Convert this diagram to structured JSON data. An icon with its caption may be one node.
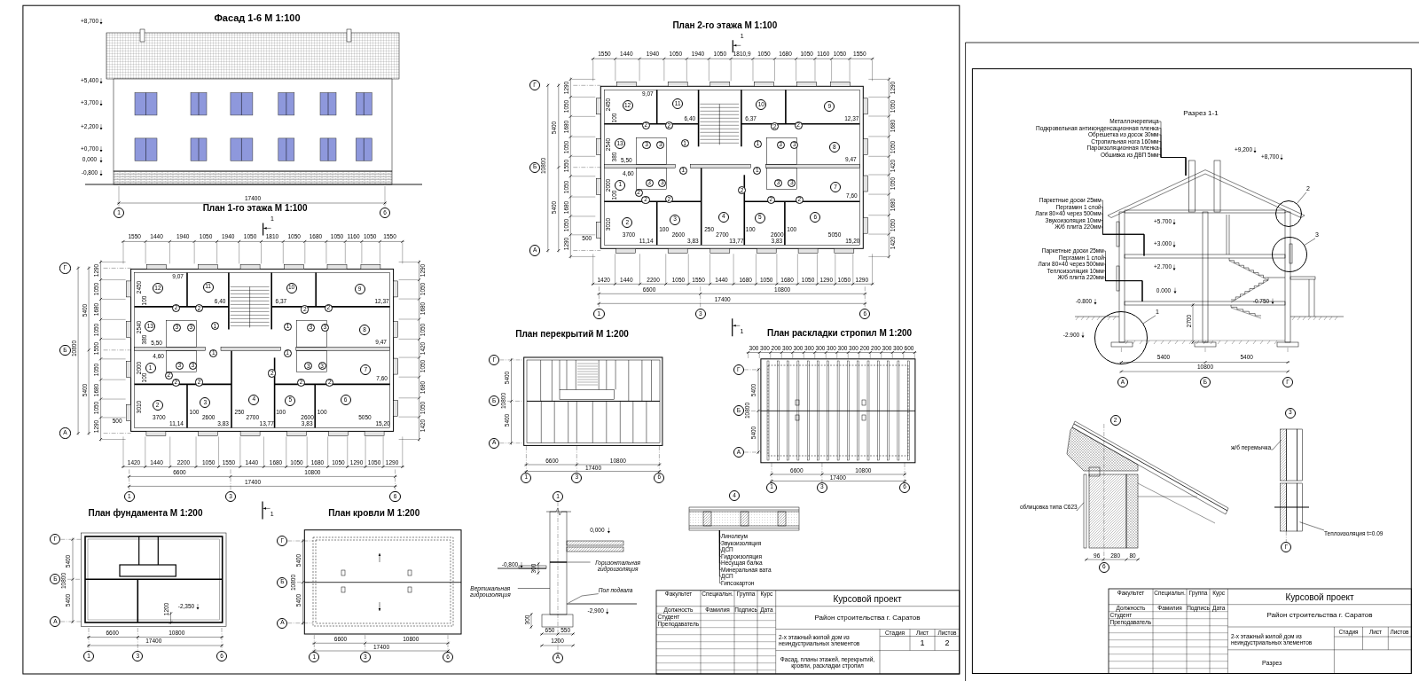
{
  "diagram": {
    "nodes": [
      {
        "text": [
          "1"
        ]
      },
      {
        "text": [
          "6"
        ]
      },
      {
        "text": [
          "Г"
        ]
      },
      {
        "text": [
          "12"
        ]
      },
      {
        "text": [
          "11"
        ]
      },
      {
        "text": [
          "10"
        ]
      },
      {
        "text": [
          "9"
        ]
      },
      {
        "text": [
          "2"
        ]
      },
      {
        "text": [
          "2"
        ]
      },
      {
        "text": [
          "2"
        ]
      },
      {
        "text": [
          "2"
        ]
      },
      {
        "text": [
          "13"
        ]
      },
      {
        "text": [
          "3"
        ]
      },
      {
        "text": [
          "3"
        ]
      },
      {
        "text": [
          "1"
        ]
      },
      {
        "text": [
          "1"
        ]
      },
      {
        "text": [
          "3"
        ]
      },
      {
        "text": [
          "3"
        ]
      },
      {
        "text": [
          "8"
        ]
      },
      {
        "text": [
          "Б"
        ]
      },
      {
        "text": [
          "1"
        ]
      },
      {
        "text": [
          "1"
        ]
      },
      {
        "text": [
          "1"
        ]
      },
      {
        "text": [
          "3"
        ]
      },
      {
        "text": [
          "3"
        ]
      },
      {
        "text": [
          "3"
        ]
      },
      {
        "text": [
          "3"
        ]
      },
      {
        "text": [
          "7"
        ]
      },
      {
        "text": [
          "2"
        ]
      },
      {
        "text": [
          "2"
        ]
      },
      {
        "text": [
          "2"
        ]
      },
      {
        "text": [
          "2"
        ]
      },
      {
        "text": [
          "2"
        ]
      },
      {
        "text": [
          "2"
        ]
      },
      {
        "text": [
          "2"
        ]
      },
      {
        "text": [
          "3"
        ]
      },
      {
        "text": [
          "4"
        ]
      },
      {
        "text": [
          "5"
        ]
      },
      {
        "text": [
          "6"
        ]
      },
      {
        "text": [
          "А"
        ]
      },
      {
        "text": [
          "1"
        ]
      },
      {
        "text": [
          "3"
        ]
      },
      {
        "text": [
          "6"
        ]
      },
      {
        "text": [
          "Г"
        ]
      },
      {
        "text": [
          "12"
        ]
      },
      {
        "text": [
          "11"
        ]
      },
      {
        "text": [
          "10"
        ]
      },
      {
        "text": [
          "9"
        ]
      },
      {
        "text": [
          "2"
        ]
      },
      {
        "text": [
          "2"
        ]
      },
      {
        "text": [
          "2"
        ]
      },
      {
        "text": [
          "2"
        ]
      },
      {
        "text": [
          "13"
        ]
      },
      {
        "text": [
          "3"
        ]
      },
      {
        "text": [
          "3"
        ]
      },
      {
        "text": [
          "1"
        ]
      },
      {
        "text": [
          "1"
        ]
      },
      {
        "text": [
          "3"
        ]
      },
      {
        "text": [
          "3"
        ]
      },
      {
        "text": [
          "8"
        ]
      },
      {
        "text": [
          "Б"
        ]
      },
      {
        "text": [
          "1"
        ]
      },
      {
        "text": [
          "1"
        ]
      },
      {
        "text": [
          "1"
        ]
      },
      {
        "text": [
          "3"
        ]
      },
      {
        "text": [
          "3"
        ]
      },
      {
        "text": [
          "3"
        ]
      },
      {
        "text": [
          "3"
        ]
      },
      {
        "text": [
          "7"
        ]
      },
      {
        "text": [
          "2"
        ]
      },
      {
        "text": [
          "2"
        ]
      },
      {
        "text": [
          "2"
        ]
      },
      {
        "text": [
          "2"
        ]
      },
      {
        "text": [
          "2"
        ]
      },
      {
        "text": [
          "2"
        ]
      },
      {
        "text": [
          "2"
        ]
      },
      {
        "text": [
          "3"
        ]
      },
      {
        "text": [
          "4"
        ]
      },
      {
        "text": [
          "5"
        ]
      },
      {
        "text": [
          "6"
        ]
      },
      {
        "text": [
          "А"
        ]
      },
      {
        "text": [
          "1"
        ]
      },
      {
        "text": [
          "3"
        ]
      },
      {
        "text": [
          "6"
        ]
      },
      {
        "text": [
          "Г"
        ]
      },
      {
        "text": [
          "Б"
        ]
      },
      {
        "text": [
          "А"
        ]
      },
      {
        "text": [
          "1"
        ]
      },
      {
        "text": [
          "3"
        ]
      },
      {
        "text": [
          "6"
        ]
      },
      {
        "text": [
          "Г"
        ]
      },
      {
        "text": [
          "Б"
        ]
      },
      {
        "text": [
          "А"
        ]
      },
      {
        "text": [
          "1"
        ]
      },
      {
        "text": [
          "3"
        ]
      },
      {
        "text": [
          "6"
        ]
      },
      {
        "text": [
          "Г"
        ]
      },
      {
        "text": [
          "Б"
        ]
      },
      {
        "text": [
          "А"
        ]
      },
      {
        "text": [
          "1"
        ]
      },
      {
        "text": [
          "3"
        ]
      },
      {
        "text": [
          "6"
        ]
      },
      {
        "text": [
          "Г"
        ]
      },
      {
        "text": [
          "Б"
        ]
      },
      {
        "text": [
          "А"
        ]
      },
      {
        "text": [
          "1"
        ]
      },
      {
        "text": [
          "3"
        ]
      },
      {
        "text": [
          "6"
        ]
      },
      {
        "text": [
          "1"
        ]
      },
      {
        "text": [
          "Горизонтальная гидроизоляция"
        ]
      },
      {
        "text": [
          "Вертикальная гидроизоляция"
        ]
      },
      {
        "text": [
          "Пол подвала"
        ]
      },
      {
        "text": [
          "А"
        ]
      },
      {
        "text": [
          "4"
        ]
      },
      {
        "text": [
          "Линолеум"
        ]
      },
      {
        "text": [
          "Звукоизоляция"
        ]
      },
      {
        "text": [
          "ДСП"
        ]
      },
      {
        "text": [
          "Гидроизоляция"
        ]
      },
      {
        "text": [
          "Несущая балка"
        ]
      },
      {
        "text": [
          "Минеральная вата"
        ]
      },
      {
        "text": [
          "ДСП"
        ]
      },
      {
        "text": [
          "Гипсокартон"
        ]
      },
      {
        "text": [
          "Металлочерепица"
        ]
      },
      {
        "text": [
          "Подкровельная антиконденсационная пленка"
        ]
      },
      {
        "text": [
          "Обрешетка из досок 30мм"
        ]
      },
      {
        "text": [
          "Стропильная нога 160мм"
        ]
      },
      {
        "text": [
          "Пароизоляционная пленка"
        ]
      },
      {
        "text": [
          "Обшивка из ДВП 5мм"
        ]
      },
      {
        "text": [
          "2"
        ]
      },
      {
        "text": [],
        "shape": "circle"
      },
      {
        "text": [
          "Паркетные доски 25мм"
        ]
      },
      {
        "text": [
          "Пергамин 1 слой"
        ]
      },
      {
        "text": [
          "Лаги 80×40 через 500мм"
        ]
      },
      {
        "text": [
          "Звукоизоляция 10мм"
        ]
      },
      {
        "text": [
          "Ж/б плита 220мм"
        ]
      },
      {
        "text": [
          "3"
        ]
      },
      {
        "text": [],
        "shape": "circle"
      },
      {
        "text": [
          "Паркетные доски 25мм"
        ]
      },
      {
        "text": [
          "Пергамин 1 слой"
        ]
      },
      {
        "text": [
          "Лаги 80×40 через 500мм"
        ]
      },
      {
        "text": [
          "Теплоизоляция 10мм"
        ]
      },
      {
        "text": [
          "Ж/б плита 220мм"
        ]
      },
      {
        "text": [
          "1"
        ]
      },
      {
        "text": [],
        "shape": "circle"
      },
      {
        "text": [
          "А"
        ]
      },
      {
        "text": [
          "Б"
        ]
      },
      {
        "text": [
          "Г"
        ]
      },
      {
        "text": [
          "2"
        ]
      },
      {
        "text": [
          "облицовка типа С623"
        ]
      },
      {
        "text": [
          "6"
        ]
      },
      {
        "text": [
          "3"
        ]
      },
      {
        "text": [
          "ж/б перемычка"
        ]
      },
      {
        "text": [
          "Теплоизоляция t=0.09"
        ]
      },
      {
        "text": [
          "Г"
        ]
      },
      {
        "text": [],
        "shape": "picture"
      },
      {
        "text": [],
        "shape": "bar"
      }
    ],
    "edges": [
      {
        "from": 109,
        "to": null,
        "arrow": "none"
      },
      {
        "from": 110,
        "to": null,
        "arrow": "none"
      },
      {
        "from": 111,
        "to": null,
        "arrow": "none"
      },
      {
        "from": 114,
        "to": 154,
        "arrow": "none"
      },
      {
        "from": 115,
        "to": 154,
        "arrow": "none"
      },
      {
        "from": 116,
        "to": 154,
        "arrow": "none"
      },
      {
        "from": 117,
        "to": 154,
        "arrow": "none"
      },
      {
        "from": 118,
        "to": 154,
        "arrow": "none"
      },
      {
        "from": 119,
        "to": 154,
        "arrow": "none"
      },
      {
        "from": 120,
        "to": 154,
        "arrow": "none"
      },
      {
        "from": 121,
        "to": 154,
        "arrow": "none"
      },
      {
        "from": 122,
        "to": null,
        "arrow": "none"
      },
      {
        "from": 123,
        "to": null,
        "arrow": "none"
      },
      {
        "from": 124,
        "to": null,
        "arrow": "none"
      },
      {
        "from": 125,
        "to": null,
        "arrow": "none"
      },
      {
        "from": 126,
        "to": null,
        "arrow": "none"
      },
      {
        "from": 127,
        "to": null,
        "arrow": "none"
      },
      {
        "from": 128,
        "to": 129,
        "arrow": "none"
      },
      {
        "from": 130,
        "to": null,
        "arrow": "none"
      },
      {
        "from": 131,
        "to": null,
        "arrow": "none"
      },
      {
        "from": 132,
        "to": null,
        "arrow": "none"
      },
      {
        "from": 133,
        "to": null,
        "arrow": "none"
      },
      {
        "from": 134,
        "to": null,
        "arrow": "none"
      },
      {
        "from": 135,
        "to": 136,
        "arrow": "none"
      },
      {
        "from": 137,
        "to": 155,
        "arrow": "none"
      },
      {
        "from": 138,
        "to": 155,
        "arrow": "none"
      },
      {
        "from": 139,
        "to": 155,
        "arrow": "none"
      },
      {
        "from": 140,
        "to": 155,
        "arrow": "none"
      },
      {
        "from": 141,
        "to": 155,
        "arrow": "none"
      },
      {
        "from": 142,
        "to": 143,
        "arrow": "none"
      },
      {
        "from": 148,
        "to": null,
        "arrow": "none"
      },
      {
        "from": 151,
        "to": null,
        "arrow": "none"
      },
      {
        "from": 152,
        "to": null,
        "arrow": "none"
      }
    ],
    "labels": [
      "Фасад 1-6 М 1:100",
      "+8,700",
      "+5,400",
      "+3,700",
      "+2,200",
      "+0,700",
      "0,000",
      "-0,800",
      "17400",
      "План 1-го этажа М 1:100",
      "1",
      "1550",
      "1440",
      "1940",
      "1050",
      "1940",
      "1050",
      "1810",
      "1050",
      "1680",
      "1050",
      "1160",
      "1050",
      "1550",
      "5400",
      "10800",
      "5400",
      "1290",
      "1050",
      "1680",
      "1050",
      "1550",
      "1050",
      "1680",
      "1050",
      "1290",
      "1290",
      "1050",
      "1680",
      "1050",
      "1420",
      "1050",
      "1680",
      "1050",
      "1420",
      "9,07",
      "2450",
      "6,40",
      "6,37",
      "12,37",
      "100",
      "2540",
      "380",
      "5,50",
      "9,47",
      "4,60",
      "2000",
      "7,60",
      "100",
      "3010",
      "100",
      "250",
      "100",
      "100",
      "500",
      "3700",
      "2600",
      "2700",
      "2600",
      "5050",
      "11,14",
      "3,83",
      "13,77",
      "3,83",
      "15,20",
      "1420",
      "1440",
      "2200",
      "1050",
      "1550",
      "1440",
      "1680",
      "1050",
      "1680",
      "1050",
      "1290",
      "1050",
      "1290",
      "6600",
      "10800",
      "17400",
      "1",
      "План 2-го этажа М 1:100",
      "1",
      "1550",
      "1440",
      "1940",
      "1050",
      "1940",
      "1050",
      "1810,9",
      "1050",
      "1680",
      "1050",
      "1160",
      "1050",
      "1550",
      "5400",
      "10800",
      "5400",
      "1290",
      "1050",
      "1680",
      "1050",
      "1550",
      "1050",
      "1680",
      "1050",
      "1290",
      "1290",
      "1050",
      "1680",
      "1050",
      "1420",
      "1050",
      "1680",
      "1050",
      "1420",
      "9,07",
      "2450",
      "6,40",
      "6,37",
      "12,37",
      "100",
      "2540",
      "380",
      "5,50",
      "9,47",
      "4,60",
      "2000",
      "7,60",
      "100",
      "3010",
      "100",
      "250",
      "100",
      "100",
      "500",
      "3700",
      "2600",
      "2700",
      "2600",
      "5050",
      "11,14",
      "3,83",
      "13,77",
      "3,83",
      "15,20",
      "1420",
      "1440",
      "2200",
      "1050",
      "1550",
      "1440",
      "1680",
      "1050",
      "1680",
      "1050",
      "1290",
      "1050",
      "1290",
      "6600",
      "10800",
      "17400",
      "1",
      "План перекрытий М 1:200",
      "5400",
      "10800",
      "5400",
      "6600",
      "10800",
      "17400",
      "План раскладки стропил М 1:200",
      "300",
      "300",
      "200",
      "300",
      "300",
      "300",
      "300",
      "300",
      "300",
      "300",
      "200",
      "200",
      "300",
      "300",
      "600",
      "5400",
      "10800",
      "5400",
      "6600",
      "10800",
      "17400",
      "План фундамента М 1:200",
      "5400",
      "10800",
      "5400",
      "-2,350",
      "1200",
      "6600",
      "10800",
      "17400",
      "План кровли М 1:200",
      "5400",
      "10800",
      "5400",
      "6600",
      "10800",
      "17400",
      "0,000",
      "-0,800",
      "300",
      "-2,900",
      "300",
      "650",
      "550",
      "1200",
      "Факультет",
      "Специальн.",
      "Группа",
      "Курс",
      "Курсовой проект",
      "Должность",
      "Фамилия",
      "Подпись",
      "Дата",
      "Студент",
      "Район строительства г. Саратов",
      "Преподаватель",
      "2-х этажный жилой дом из неиндустриальных элементов",
      "Стадия",
      "Лист",
      "Листов",
      "1",
      "2",
      "Фасад, планы этажей, перекрытий, кровли, раскладки стропил",
      "Разрез 1-1",
      "+9,200",
      "+8,700",
      "+5.700",
      "+3.000",
      "+2.700",
      "0.000",
      "-0.800",
      "-0.750",
      "2700",
      "-2.900",
      "5400",
      "5400",
      "10800",
      "96",
      "280",
      "80",
      "Факультет",
      "Специальн.",
      "Группа",
      "Курс",
      "Курсовой проект",
      "Должность",
      "Фамилия",
      "Подпись",
      "Дата",
      "Студент",
      "Район строительства г. Саратов",
      "Преподаватель",
      "2-х этажный жилой дом из неиндустриальных элементов",
      "Стадия",
      "Лист",
      "Листов",
      "Разрез"
    ]
  }
}
